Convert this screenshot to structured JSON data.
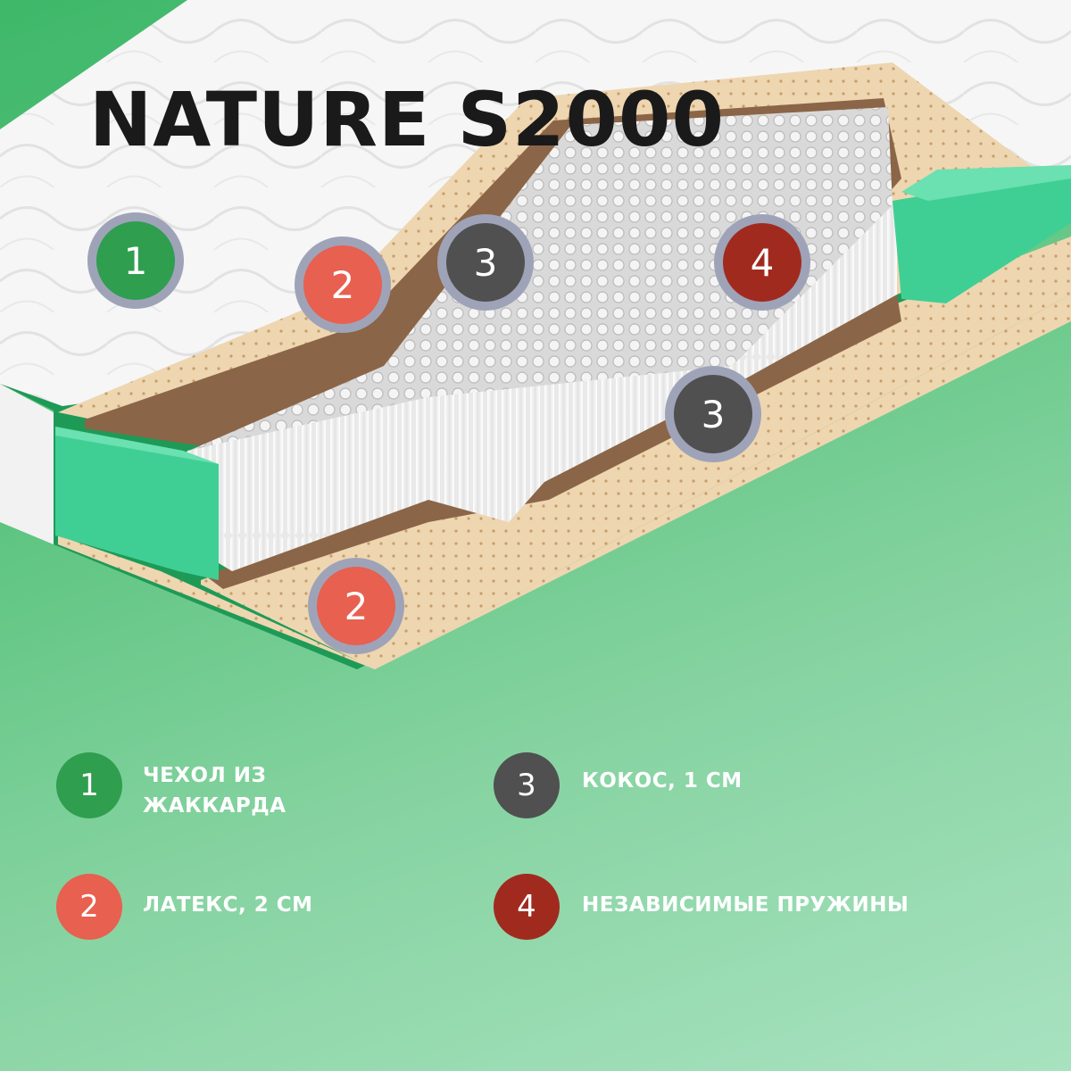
{
  "title": "NATURE S2000",
  "colors": {
    "green": "#2f9e4f",
    "salmon": "#e8604f",
    "gray": "#505050",
    "darkred": "#a12a1f",
    "ring": "#9fa3b8"
  },
  "callouts": [
    {
      "num": "1",
      "color": "#2f9e4f"
    },
    {
      "num": "2",
      "color": "#e8604f"
    },
    {
      "num": "3",
      "color": "#505050"
    },
    {
      "num": "4",
      "color": "#a12a1f"
    },
    {
      "num": "3",
      "color": "#505050"
    },
    {
      "num": "2",
      "color": "#e8604f"
    }
  ],
  "legend": [
    {
      "num": "1",
      "lines": [
        "ЧЕХОЛ ИЗ",
        "ЖАККАРДА"
      ],
      "color": "#2f9e4f"
    },
    {
      "num": "3",
      "lines": [
        "КОКОС, 1 СМ"
      ],
      "color": "#505050"
    },
    {
      "num": "2",
      "lines": [
        "ЛАТЕКС, 2 СМ"
      ],
      "color": "#e8604f"
    },
    {
      "num": "4",
      "lines": [
        "НЕЗАВИСИМЫЕ ПРУЖИНЫ"
      ],
      "color": "#a12a1f"
    }
  ]
}
